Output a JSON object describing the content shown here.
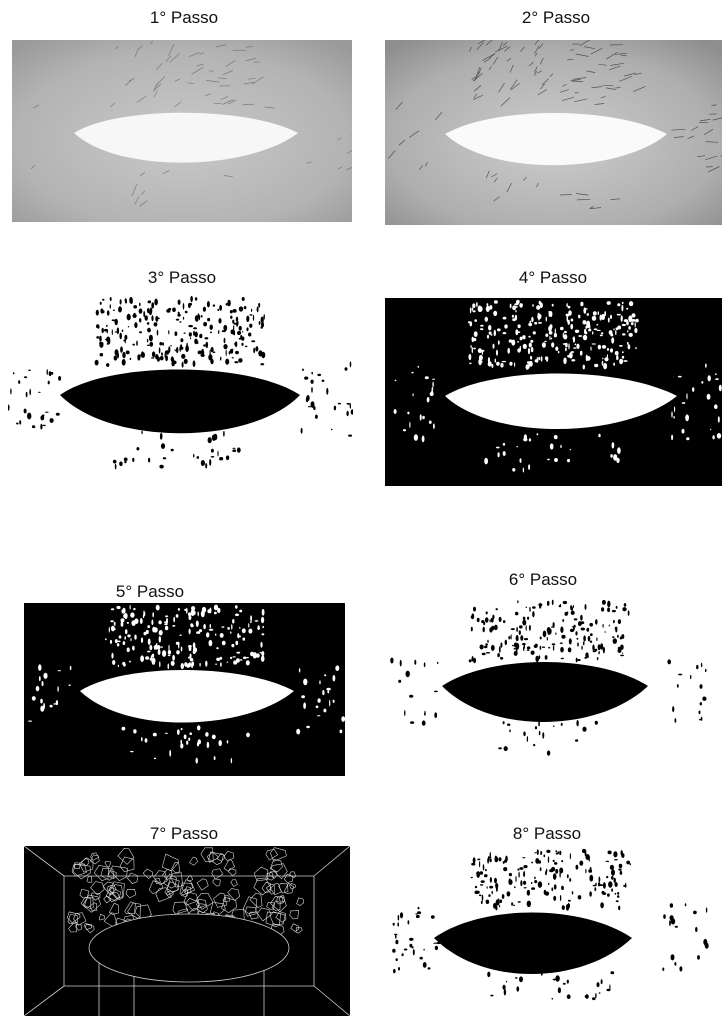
{
  "figure": {
    "steps": [
      {
        "label": "1° Passo"
      },
      {
        "label": "2° Passo"
      },
      {
        "label": "3° Passo"
      },
      {
        "label": "4° Passo"
      },
      {
        "label": "5° Passo"
      },
      {
        "label": "6° Passo"
      },
      {
        "label": "7° Passo"
      },
      {
        "label": "8° Passo"
      }
    ]
  }
}
